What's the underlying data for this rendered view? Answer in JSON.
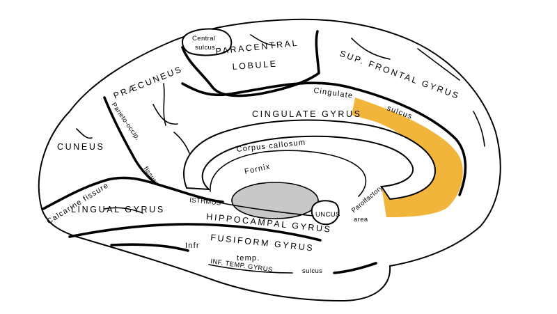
{
  "colors": {
    "highlight": "#F2B53B",
    "background": "#FFFFFF",
    "outline": "#000000",
    "thalamus": "#C8C8C8"
  },
  "labels": {
    "central_sulcus_line1": "Central",
    "central_sulcus_line2": "sulcus",
    "paracentral_line1": "PARACENTRAL",
    "paracentral_line2": "LOBULE",
    "praecuneus": "PRÆCUNEUS",
    "sup_frontal_gyrus": "SUP.   FRONTAL   GYRUS",
    "cingulate_sulcus_line1": "Cingulate",
    "cingulate_sulcus_line2": "sulcus",
    "cingulate_gyrus": "CINGULATE GYRUS",
    "parieto_occip": "Parieto-occip.",
    "parieto_fissure": "fissure",
    "cuneus": "CUNEUS",
    "corpus_callosum": "Corpus callosum",
    "fornix": "Fornix",
    "calcarine_fissure": "Calcarine  fissure",
    "isthmus": "ISTHMUS",
    "lingual_gyrus": "LINGUAL GYRUS",
    "uncus": "UNCUS",
    "olfactory_line1": "Parolfactory",
    "olfactory_line2": "area",
    "hippocampal_gyrus": "HIPPOCAMPAL GYRUS",
    "fusiform_gyrus": "FUSIFORM GYRUS",
    "infr": "Infr",
    "temp": "temp.",
    "inf_temp_gyrus": "INF. TEMP. GYRUS",
    "sulcus_bottom": "sulcus"
  }
}
